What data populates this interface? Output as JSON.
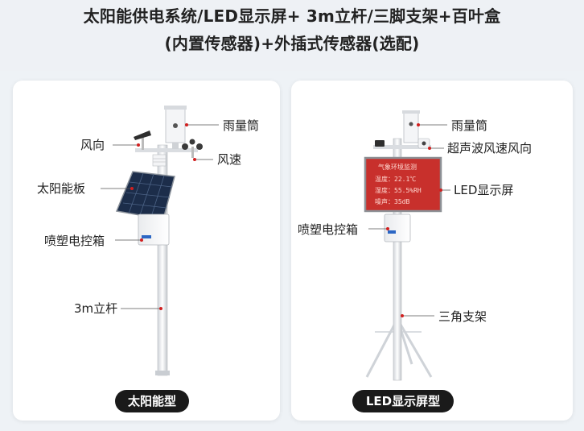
{
  "header": {
    "title_line1": "太阳能供电系统/LED显示屏+ 3m立杆/三脚支架+百叶盒",
    "title_line2": "(内置传感器)+外插式传感器(选配)"
  },
  "left_panel": {
    "labels": {
      "rain_gauge": "雨量筒",
      "wind_direction": "风向",
      "wind_speed": "风速",
      "solar_panel": "太阳能板",
      "control_box": "喷塑电控箱",
      "pole": "3m立杆"
    },
    "type_label": "太阳能型"
  },
  "right_panel": {
    "labels": {
      "rain_gauge": "雨量筒",
      "ultrasonic_wind": "超声波风速风向",
      "led_screen": "LED显示屏",
      "control_box": "喷塑电控箱",
      "tripod": "三角支架"
    },
    "type_label": "LED显示屏型",
    "screen": {
      "title": "气象环境监测",
      "row1": "温度：22.1℃",
      "row2": "湿度：55.5%RH",
      "row3": "噪声：35dB"
    }
  },
  "colors": {
    "screen_bg": "#c8302c",
    "pill_bg": "#1a1a1a",
    "leader_dot": "#d11f1f"
  }
}
